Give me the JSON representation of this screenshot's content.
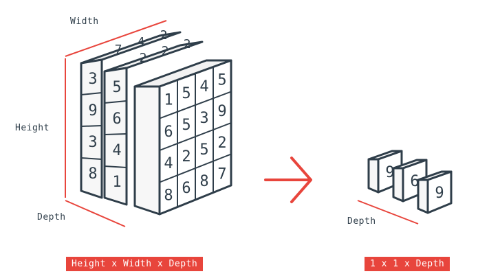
{
  "labels": {
    "width": "Width",
    "height": "Height",
    "depth_left": "Depth",
    "depth_right": "Depth"
  },
  "captions": {
    "input": "Height x Width x Depth",
    "output": "1 x 1 x Depth"
  },
  "input_volume": {
    "back_layer_visible": [
      "3",
      "9",
      "3",
      "8"
    ],
    "back_top_visible": [
      "7",
      "4",
      "2"
    ],
    "middle_layer_visible": [
      "5",
      "6",
      "4",
      "1"
    ],
    "middle_top_visible": [
      "2",
      "2",
      "2"
    ],
    "front_layer": [
      [
        "1",
        "5",
        "4",
        "5"
      ],
      [
        "6",
        "5",
        "3",
        "9"
      ],
      [
        "4",
        "2",
        "5",
        "2"
      ],
      [
        "8",
        "6",
        "8",
        "7"
      ]
    ]
  },
  "output_volume": [
    "9",
    "6",
    "9"
  ],
  "colors": {
    "accent": "#e8453c",
    "ink": "#2f3e4a",
    "face": "#ffffff",
    "side": "#f2f2f2"
  }
}
